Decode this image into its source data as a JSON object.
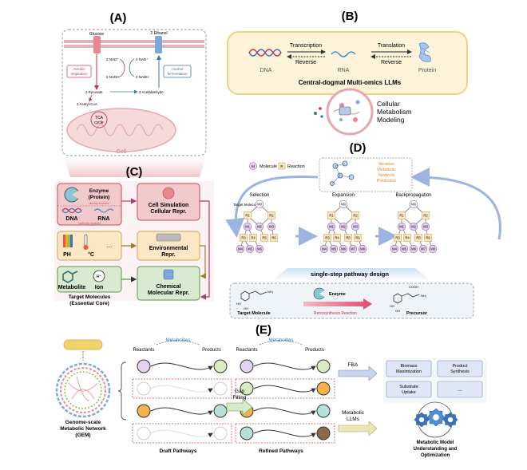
{
  "panel_a": {
    "title": "(A)",
    "glucose": "Glucose",
    "ethanol": "2 Ethanol",
    "nad1": "2 NAD⁺",
    "nad2": "2 NAD⁺",
    "nadh1": "2 NADH",
    "nadh2": "2 NADH",
    "aerobic": [
      "Aerobic",
      "respiration"
    ],
    "alcohol": [
      "Alcohol",
      "fermentation"
    ],
    "pyruvate": "2 Pyruvate",
    "acetaldehyde": "2 Acetaldehyde",
    "acetylcoa": "2 Acetyl-CoA",
    "tca": [
      "TCA",
      "cycle"
    ],
    "cell": "Cell"
  },
  "panel_b": {
    "title": "(B)",
    "transcription": "Transcription",
    "reverse1": "Reverse",
    "translation": "Translation",
    "reverse2": "Reverse",
    "dna": "DNA",
    "rna": "RNA",
    "protein": "Protein",
    "llm": "Central-dogmal Multi-omics LLMs",
    "modeling": [
      "Cellular",
      "Metabolism",
      "Modeling"
    ]
  },
  "panel_c": {
    "title": "(C)",
    "enzyme": [
      "Enzyme",
      "(Protein)"
    ],
    "directly": "directly involved",
    "indirectly": "indirectly involved",
    "dna": "DNA",
    "rna": "RNA",
    "ph": "PH",
    "temp": "°C",
    "dots": "...",
    "metabolite": "Metabolite",
    "ion": "Ion",
    "hplus": "H⁺",
    "target": [
      "Target Molecules",
      "(Essential Core)"
    ],
    "cellsim": [
      "Cell Simulation",
      "Cellular Repr."
    ],
    "env": [
      "Environmental",
      "Repr."
    ],
    "chem": [
      "Chemical",
      "Molecular Repr."
    ]
  },
  "panel_d": {
    "title": "(D)",
    "m": "M",
    "molecule": "Molecule",
    "r": "R",
    "reaction": "Reaction",
    "iterative": [
      "Iterative",
      "Metabolic",
      "Network",
      "Prediction"
    ],
    "selection": "Selection",
    "expansion": "Expansion",
    "backprop": "Backpropagation",
    "target_mol": "Target Molecule",
    "single_step": "single-step pathway design",
    "enzyme": "Enzyme",
    "retro": "Retrosynthesis Reaction",
    "target_molecule": "Target Molecule",
    "precursor": "Precursor",
    "cooh": "COOH",
    "nh2": "NH₂",
    "ho": "HO",
    "oh": "OH",
    "nodes": [
      "M0",
      "R1",
      "R2",
      "M1",
      "M2",
      "M3",
      "R3",
      "R4",
      "R5",
      "R6",
      "M4",
      "M5",
      "M6",
      "M7",
      "M8"
    ]
  },
  "panel_e": {
    "title": "(E)",
    "gem": [
      "Genome-scale",
      "Metabolic Network",
      "(GEM)"
    ],
    "metabolites1": "Metabolites",
    "metabolites2": "Metabolites",
    "reactants1": "Reactants",
    "products1": "Products",
    "reactants2": "Reactants",
    "products2": "Products",
    "draft": "Draft Pathways",
    "refined": "Refined Pathways",
    "gap": [
      "Gap",
      "Filling"
    ],
    "fba": "FBA",
    "metllm": [
      "Metabolic",
      "LLMs"
    ],
    "biomass": [
      "Biomass",
      "Maximization"
    ],
    "product": [
      "Product",
      "Synthesis"
    ],
    "substrate": [
      "Substrate",
      "Uptake"
    ],
    "dots": "...",
    "model": [
      "Metabolic Model",
      "Understanding and",
      "Optimization"
    ]
  },
  "colors": {
    "pink": "#f2c9cc",
    "peach": "#fbe7c4",
    "green": "#d8ebd1",
    "blue": "#8aa6dc",
    "purple": "#e5d0ef",
    "redline": "#c74a5a",
    "brownline": "#a57a2a"
  }
}
